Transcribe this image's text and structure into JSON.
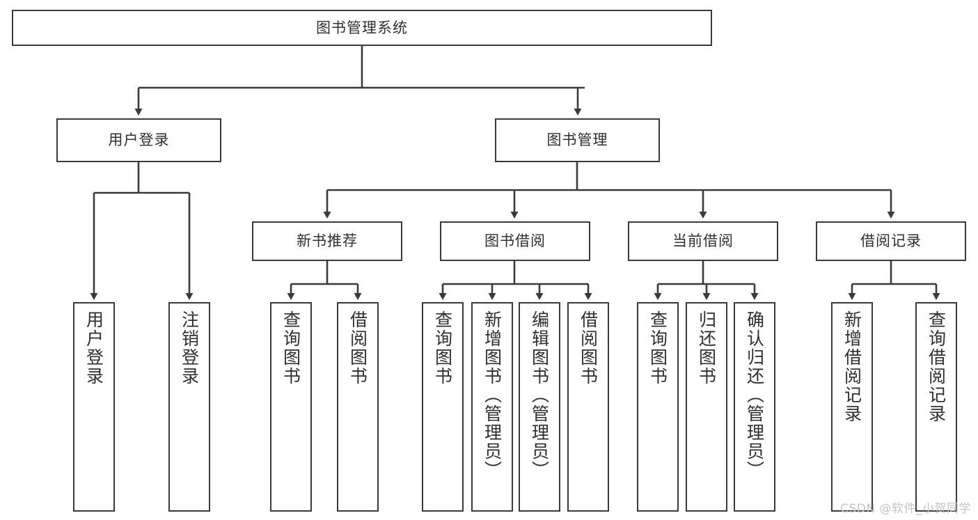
{
  "diagram": {
    "type": "tree-hierarchy",
    "title": "图书管理系统",
    "orientation": "top-down",
    "line_color": "#3a3a3a",
    "box_fill": "#ffffff",
    "text_color": "#2f2f2f",
    "levels": [
      {
        "level": 1,
        "nodes": [
          {
            "id": "root",
            "label": "图书管理系统",
            "text_direction": "horizontal"
          }
        ]
      },
      {
        "level": 2,
        "nodes": [
          {
            "id": "user-login",
            "label": "用户登录",
            "text_direction": "horizontal",
            "parent": "root"
          },
          {
            "id": "book-manage",
            "label": "图书管理",
            "text_direction": "horizontal",
            "parent": "root"
          }
        ]
      },
      {
        "level": 3,
        "nodes": [
          {
            "id": "new-book-rec",
            "label": "新书推荐",
            "text_direction": "horizontal",
            "parent": "book-manage"
          },
          {
            "id": "book-borrow",
            "label": "图书借阅",
            "text_direction": "horizontal",
            "parent": "book-manage"
          },
          {
            "id": "current-borrow",
            "label": "当前借阅",
            "text_direction": "horizontal",
            "parent": "book-manage"
          },
          {
            "id": "borrow-record",
            "label": "借阅记录",
            "text_direction": "horizontal",
            "parent": "book-manage"
          }
        ]
      },
      {
        "level": 4,
        "nodes": [
          {
            "id": "leaf-1",
            "label": "用户登录",
            "text_direction": "vertical",
            "parent": "user-login"
          },
          {
            "id": "leaf-2",
            "label": "注销登录",
            "text_direction": "vertical",
            "parent": "user-login"
          },
          {
            "id": "leaf-3",
            "label": "查询图书",
            "text_direction": "vertical",
            "parent": "new-book-rec"
          },
          {
            "id": "leaf-4",
            "label": "借阅图书",
            "text_direction": "vertical",
            "parent": "new-book-rec"
          },
          {
            "id": "leaf-5",
            "label": "查询图书",
            "text_direction": "vertical",
            "parent": "book-borrow"
          },
          {
            "id": "leaf-6",
            "label": "新增图书（管理员）",
            "text_direction": "vertical",
            "parent": "book-borrow"
          },
          {
            "id": "leaf-7",
            "label": "编辑图书（管理员）",
            "text_direction": "vertical",
            "parent": "book-borrow"
          },
          {
            "id": "leaf-8",
            "label": "借阅图书",
            "text_direction": "vertical",
            "parent": "book-borrow"
          },
          {
            "id": "leaf-9",
            "label": "查询图书",
            "text_direction": "vertical",
            "parent": "current-borrow"
          },
          {
            "id": "leaf-10",
            "label": "归还图书",
            "text_direction": "vertical",
            "parent": "current-borrow"
          },
          {
            "id": "leaf-11",
            "label": "确认归还（管理员）",
            "text_direction": "vertical",
            "parent": "current-borrow"
          },
          {
            "id": "leaf-12",
            "label": "新增借阅记录",
            "text_direction": "vertical",
            "parent": "borrow-record"
          },
          {
            "id": "leaf-13",
            "label": "查询借阅记录",
            "text_direction": "vertical",
            "parent": "borrow-record"
          }
        ]
      }
    ]
  },
  "watermark": {
    "text": "CSDN @软件_小贺同学"
  }
}
